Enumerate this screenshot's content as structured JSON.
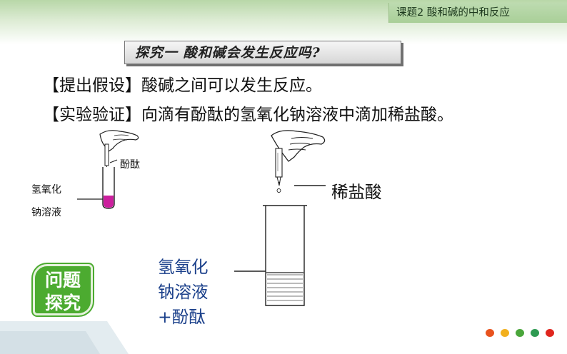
{
  "header": {
    "lesson_tab": "课题2   酸和碱的中和反应"
  },
  "banner": {
    "title": "探究一   酸和碱会发生反应吗?"
  },
  "body": {
    "hypothesis": "【提出假设】酸碱之间可以发生反应。",
    "verification": "【实验验证】向滴有酚酞的氢氧化钠溶液中滴加稀盐酸。"
  },
  "small_diagram": {
    "indicator_label": "酚酞",
    "solution_label_line1": "氢氧化",
    "solution_label_line2": "钠溶液"
  },
  "large_diagram": {
    "acid_label": "稀盐酸",
    "solution_line1": "氢氧化",
    "solution_line2": "钠溶液",
    "solution_line3": "+酚酞"
  },
  "badge": {
    "line1": "问题",
    "line2": "探究"
  },
  "colors": {
    "solution_pink": "#cc1f9e",
    "badge_green": "#4cab30",
    "dot_colors": [
      "#e8531e",
      "#f2b01e",
      "#4aa63b",
      "#2e9a52",
      "#e0261e"
    ]
  }
}
